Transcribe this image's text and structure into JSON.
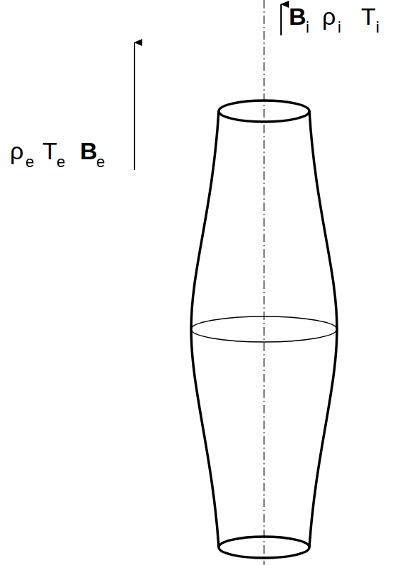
{
  "diagram": {
    "labels": [
      "ρ",
      "e",
      "T",
      "e",
      "B",
      "e",
      "B",
      "i",
      "ρ",
      "i",
      "T",
      "i"
    ]
  }
}
